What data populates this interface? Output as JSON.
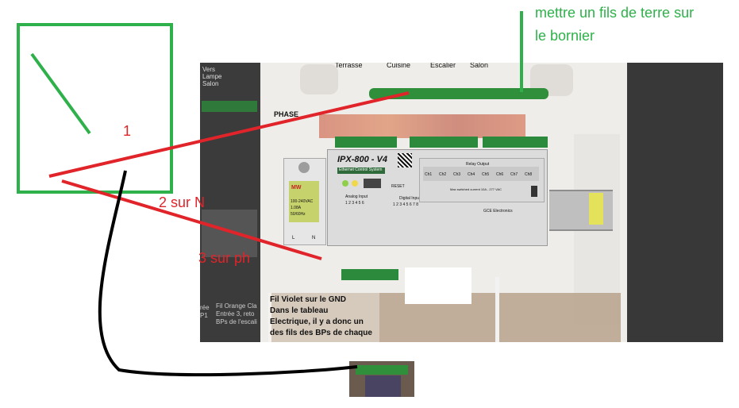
{
  "annotations": {
    "earth_note_line1": "mettre un fils de terre sur",
    "earth_note_line2": "le bornier",
    "label_1": "1",
    "label_2": "2 sur N",
    "label_3": "3 sur ph"
  },
  "photo_labels": {
    "terrasse": "Terrasse",
    "cuisine": "Cuisine",
    "escalier": "Escalier",
    "salon": "Salon",
    "phase": "PHASE",
    "left_vers": "Vers",
    "left_lampe": "Lampe",
    "left_salon": "Salon",
    "device_name": "IPX-800 - V4",
    "device_subtitle": "Ethernet Control System",
    "relay_output": "Relay Output",
    "relay_channels": [
      "Ch1",
      "Ch2",
      "Ch3",
      "Ch4",
      "Ch5",
      "Ch6",
      "Ch7",
      "Ch8"
    ],
    "relay_current": "Max switched current 10A - 277 VAC",
    "analog_input": "Analog Input",
    "analog_numbers": "1 2 3 4 5 6",
    "digital_input": "Digital Input",
    "digital_numbers": "1 2 3 4 5 6 7 8",
    "reset": "RESET",
    "brand": "GCE Electronics",
    "psu_brand": "MW",
    "psu_line1": "100-240VAC",
    "psu_line2": "1.08A",
    "psu_line3": "50/60Hz",
    "psu_l": "L",
    "psu_n": "N",
    "note_line1": "Fil Violet sur le GND",
    "note_line2": "Dans le tableau",
    "note_line3": "Electrique, il y a donc un",
    "note_line4": "des fils des BPs de chaque",
    "left_note_line1": "Fil Orange Cla",
    "left_note_line2": "Entrée 3, reto",
    "left_note_line3": "BPs de l'escali",
    "left_note_prefix_1": "rée",
    "left_note_prefix_2": "P1"
  },
  "colors": {
    "green": "#2eb14a",
    "red": "#e0242a",
    "black": "#000000"
  }
}
